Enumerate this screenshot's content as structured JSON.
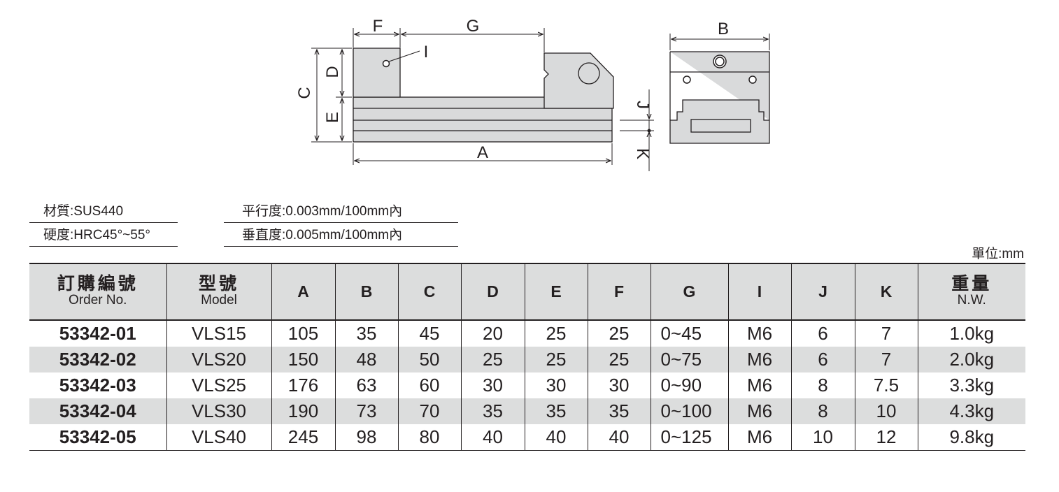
{
  "drawing": {
    "labels": {
      "A": "A",
      "B": "B",
      "C": "C",
      "D": "D",
      "E": "E",
      "F": "F",
      "G": "G",
      "I": "I",
      "J": "J",
      "K": "K"
    }
  },
  "specs": {
    "material": "材質:SUS440",
    "hardness": "硬度:HRC45°~55°",
    "parallelism": "平行度:0.003mm/100mm內",
    "perpendicularity": "垂直度:0.005mm/100mm內"
  },
  "unit": "單位:mm",
  "table": {
    "headers": [
      {
        "main": "訂購編號",
        "sub": "Order No."
      },
      {
        "main": "型號",
        "sub": "Model"
      },
      {
        "main": "A"
      },
      {
        "main": "B"
      },
      {
        "main": "C"
      },
      {
        "main": "D"
      },
      {
        "main": "E"
      },
      {
        "main": "F"
      },
      {
        "main": "G"
      },
      {
        "main": "I"
      },
      {
        "main": "J"
      },
      {
        "main": "K"
      },
      {
        "main": "重量",
        "sub": "N.W."
      }
    ],
    "rows": [
      [
        "53342-01",
        "VLS15",
        "105",
        "35",
        "45",
        "20",
        "25",
        "25",
        "0~45",
        "M6",
        "6",
        "7",
        "1.0kg"
      ],
      [
        "53342-02",
        "VLS20",
        "150",
        "48",
        "50",
        "25",
        "25",
        "25",
        "0~75",
        "M6",
        "6",
        "7",
        "2.0kg"
      ],
      [
        "53342-03",
        "VLS25",
        "176",
        "63",
        "60",
        "30",
        "30",
        "30",
        "0~90",
        "M6",
        "8",
        "7.5",
        "3.3kg"
      ],
      [
        "53342-04",
        "VLS30",
        "190",
        "73",
        "70",
        "35",
        "35",
        "35",
        "0~100",
        "M6",
        "8",
        "10",
        "4.3kg"
      ],
      [
        "53342-05",
        "VLS40",
        "245",
        "98",
        "80",
        "40",
        "40",
        "40",
        "0~125",
        "M6",
        "10",
        "12",
        "9.8kg"
      ]
    ]
  }
}
